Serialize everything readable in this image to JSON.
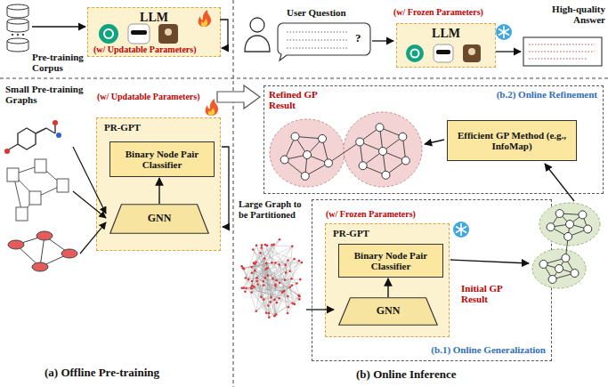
{
  "diagram": {
    "nodes": [
      {
        "text": [
          "LLM",
          "(w/ Updatable Parameters)"
        ]
      },
      {
        "text": [
          "LLM",
          "(w/ Frozen Parameters)"
        ]
      },
      {
        "text": [
          "PR-GPT",
          "(w/ Updatable Parameters)"
        ]
      },
      {
        "text": [
          "Binary Node Pair Classifier"
        ],
        "in": 2
      },
      {
        "text": [
          "GNN"
        ],
        "in": 2
      },
      {
        "text": [
          "(b.2) Online Refinement"
        ]
      },
      {
        "text": [
          "Efficient GP Method (e.g., InfoMap)"
        ],
        "in": 5
      },
      {
        "text": [
          "(b.1) Online Generalization"
        ]
      },
      {
        "text": [
          "PR-GPT",
          "(w/ Frozen Parameters)"
        ],
        "in": 7
      },
      {
        "text": [
          "Binary Node Pair Classifier"
        ],
        "in": 8
      },
      {
        "text": [
          "GNN"
        ],
        "in": 8
      }
    ],
    "edges": [
      {
        "from": 4,
        "to": 3,
        "arrow": "to"
      },
      {
        "from": 10,
        "to": 9,
        "arrow": "to"
      }
    ],
    "labels": [
      "Pre-training Corpus",
      "Small Pre-training Graphs",
      "(a) Offline Pre-training",
      "User Question",
      "?",
      "High-quality Answer",
      "Refined GP Result",
      "Large Graph to be Partitioned",
      "Initial GP Result",
      "(b) Online Inference"
    ]
  }
}
